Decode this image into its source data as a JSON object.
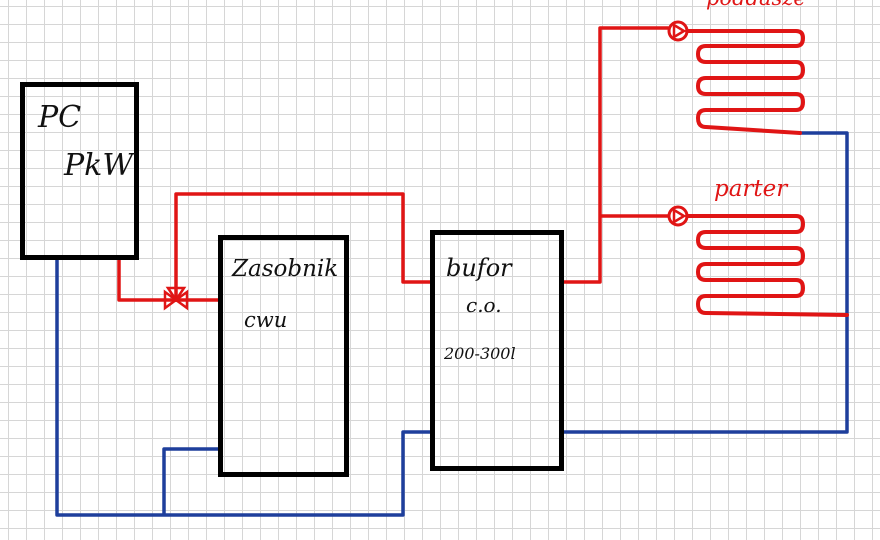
{
  "labels": {
    "heat_pump_line1": "PC",
    "heat_pump_line2": "PkW",
    "tank_line1": "Zasobnik",
    "tank_line2": "cwu",
    "buffer_line1": "bufor",
    "buffer_line2": "c.o.",
    "buffer_line3": "200-300l",
    "upper_floor": "poddasze",
    "ground_floor": "parter"
  },
  "colors": {
    "supply": "#e01515",
    "return": "#1e3f9c",
    "outline": "#000000",
    "grid": "#d6d6d6"
  },
  "icons": {
    "pump": "pump-icon",
    "valve": "three-way-valve-icon",
    "coil": "floor-heating-coil-icon"
  }
}
